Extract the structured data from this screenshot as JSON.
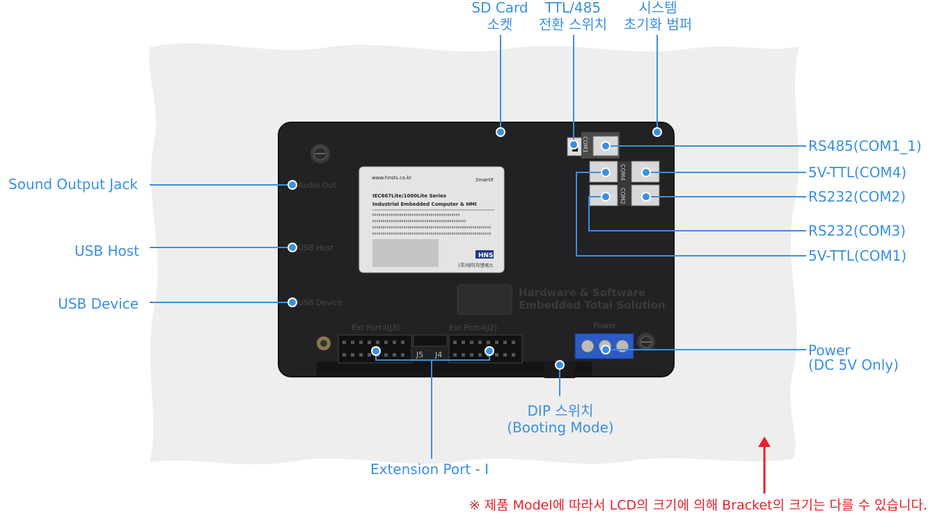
{
  "labels": {
    "sd_card": [
      "SD Card",
      "소켓"
    ],
    "ttl485": [
      "TTL/485",
      "전환 스위치"
    ],
    "sys_init": [
      "시스템",
      "초기화 범퍼"
    ],
    "sound": "Sound Output Jack",
    "usb_host": "USB Host",
    "usb_device": "USB Device",
    "rs485_com1_1": "RS485(COM1_1)",
    "ttl_com4": "5V-TTL(COM4)",
    "rs232_com2": "RS232(COM2)",
    "rs232_com3": "RS232(COM3)",
    "ttl_com1": "5V-TTL(COM1)",
    "power": [
      "Power",
      "(DC 5V Only)"
    ],
    "dip": [
      "DIP 스위치",
      "(Booting Mode)"
    ],
    "ext_port": "Extension Port - I"
  },
  "note": "※ 제품 Model에 따라서 LCD의 크기에 의해 Bracket의 크기는 다를 수 있습니다.",
  "board": {
    "sticker_url": "www.hnsts.co.kr",
    "sticker_title1": "IEC667Lite/1000Lite Series",
    "sticker_title2": "Industrial Embedded Computer & HMI",
    "sticker_brand": "HNS",
    "sticker_company": "(주)에이치엔에스",
    "smartx": "SmartX",
    "slogan1": "Hardware & Software",
    "slogan2": "Embedded Total Solution",
    "ext1": "Ext Port-I(J3)",
    "ext2": "Ext Port-I(J2)",
    "j5": "J5",
    "j4": "J4",
    "power_mark": "Power",
    "com1": "COM1",
    "com4": "COM4",
    "com2": "COM2",
    "audio_out": "Audio Out",
    "usb_host": "USB Host",
    "usb_device": "USB Device"
  },
  "colors": {
    "accent": "#3b8fe0",
    "note": "#e8202a",
    "arrow": "#e8202a"
  }
}
